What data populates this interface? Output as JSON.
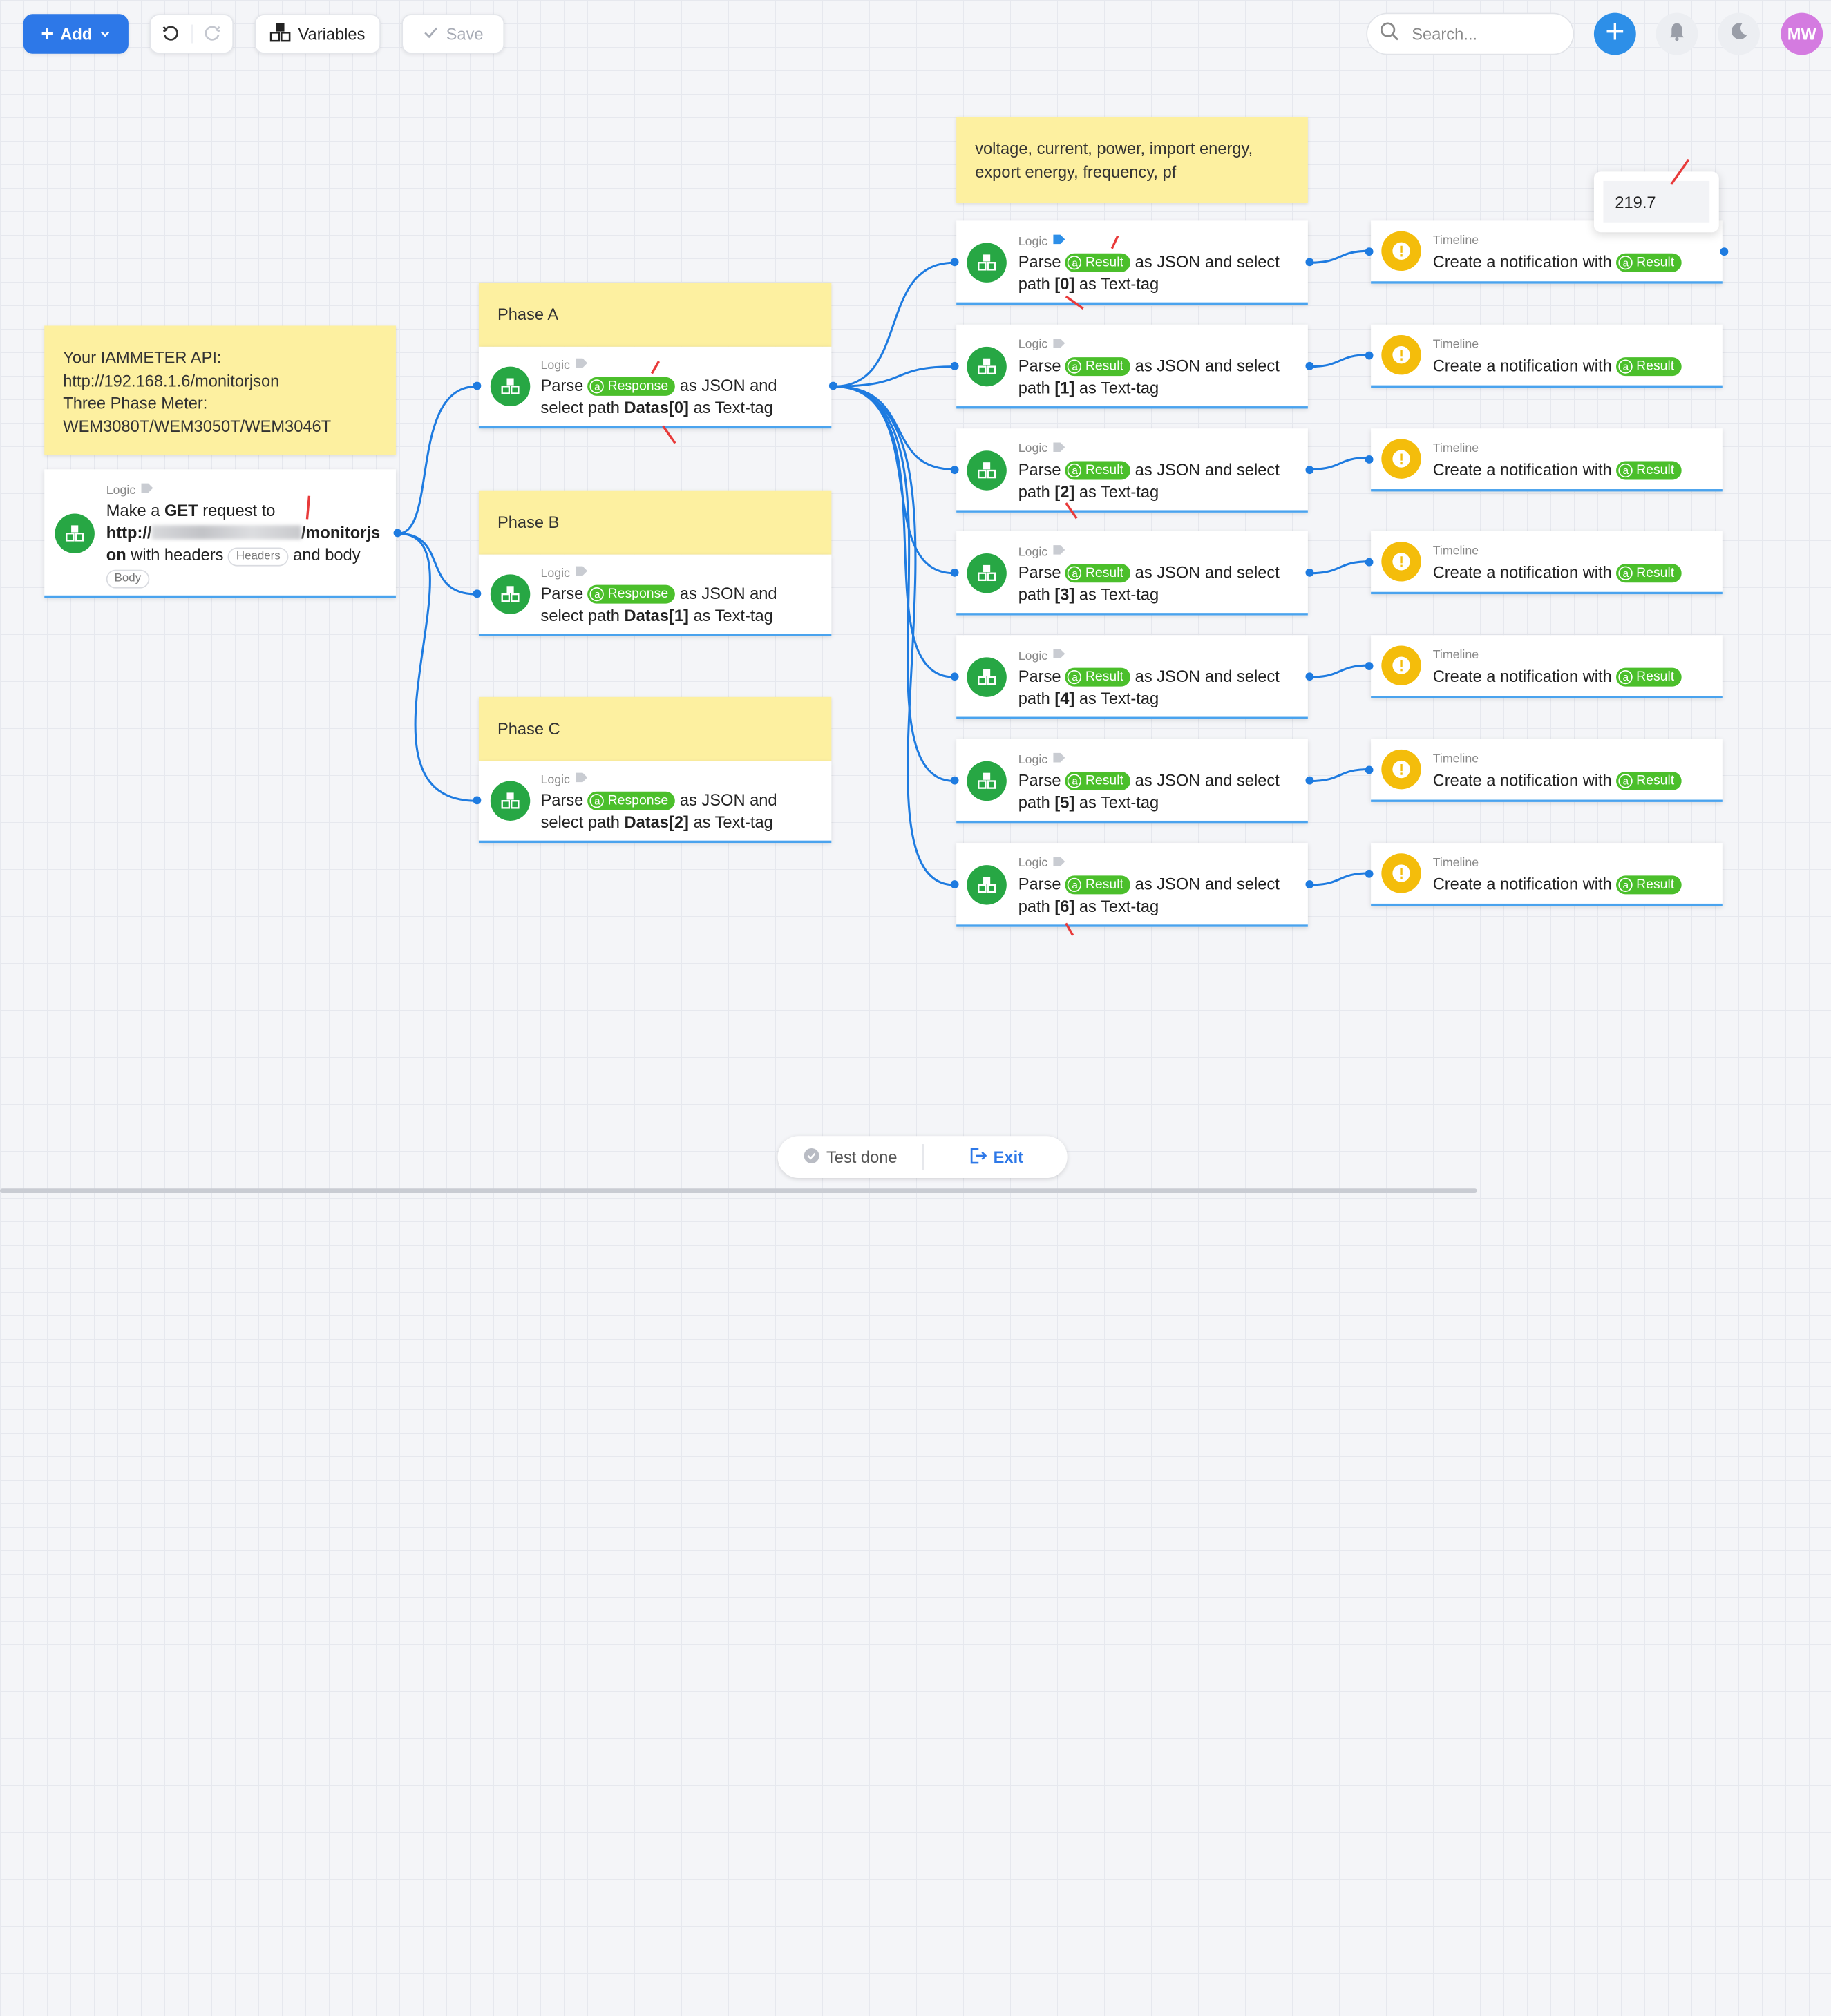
{
  "toolbar": {
    "add_label": "Add",
    "variables_label": "Variables",
    "save_label": "Save"
  },
  "search": {
    "placeholder": "Search..."
  },
  "user": {
    "initials": "MW"
  },
  "notes": {
    "api": [
      "Your IAMMETER API:",
      "http://192.168.1.6/monitorjson",
      "Three Phase Meter:",
      "WEM3080T/WEM3050T/WEM3046T"
    ],
    "fields": "voltage, current, power, import energy, export energy, frequency, pf",
    "phase_a": "Phase A",
    "phase_b": "Phase B",
    "phase_c": "Phase C"
  },
  "request_card": {
    "type": "Logic",
    "t1": "Make a ",
    "method": "GET",
    "t2": " request to",
    "url_start": "http://",
    "url_end": "/monitorjs",
    "url_tail": "on",
    "t3": " with headers ",
    "headers_chip": "Headers",
    "t4": " and body",
    "body_chip": "Body"
  },
  "phase_cards": [
    {
      "type": "Logic",
      "t1": "Parse ",
      "var": "Response",
      "t2": " as JSON and",
      "t3": "select path ",
      "path": "Datas[0]",
      "t4": " as Text-tag"
    },
    {
      "type": "Logic",
      "t1": "Parse ",
      "var": "Response",
      "t2": " as JSON and",
      "t3": "select path ",
      "path": "Datas[1]",
      "t4": " as Text-tag"
    },
    {
      "type": "Logic",
      "t1": "Parse ",
      "var": "Response",
      "t2": " as JSON and",
      "t3": "select path ",
      "path": "Datas[2]",
      "t4": " as Text-tag"
    }
  ],
  "result_cards": [
    {
      "type": "Logic",
      "t1": "Parse ",
      "var": "Result",
      "t2": " as JSON and select",
      "t3": "path ",
      "path": "[0]",
      "t4": " as Text-tag"
    },
    {
      "type": "Logic",
      "t1": "Parse ",
      "var": "Result",
      "t2": " as JSON and select",
      "t3": "path ",
      "path": "[1]",
      "t4": " as Text-tag"
    },
    {
      "type": "Logic",
      "t1": "Parse ",
      "var": "Result",
      "t2": " as JSON and select",
      "t3": "path ",
      "path": "[2]",
      "t4": " as Text-tag"
    },
    {
      "type": "Logic",
      "t1": "Parse ",
      "var": "Result",
      "t2": " as JSON and select",
      "t3": "path ",
      "path": "[3]",
      "t4": " as Text-tag"
    },
    {
      "type": "Logic",
      "t1": "Parse ",
      "var": "Result",
      "t2": " as JSON and select",
      "t3": "path ",
      "path": "[4]",
      "t4": " as Text-tag"
    },
    {
      "type": "Logic",
      "t1": "Parse ",
      "var": "Result",
      "t2": " as JSON and select",
      "t3": "path ",
      "path": "[5]",
      "t4": " as Text-tag"
    },
    {
      "type": "Logic",
      "t1": "Parse ",
      "var": "Result",
      "t2": " as JSON and select",
      "t3": "path ",
      "path": "[6]",
      "t4": " as Text-tag"
    }
  ],
  "timeline_cards": [
    {
      "type": "Timeline",
      "text": "Create a notification with ",
      "var": "Result"
    },
    {
      "type": "Timeline",
      "text": "Create a notification with ",
      "var": "Result"
    },
    {
      "type": "Timeline",
      "text": "Create a notification with ",
      "var": "Result"
    },
    {
      "type": "Timeline",
      "text": "Create a notification with ",
      "var": "Result"
    },
    {
      "type": "Timeline",
      "text": "Create a notification with ",
      "var": "Result"
    },
    {
      "type": "Timeline",
      "text": "Create a notification with ",
      "var": "Result"
    },
    {
      "type": "Timeline",
      "text": "Create a notification with ",
      "var": "Result"
    }
  ],
  "tooltip": {
    "value": "219.7"
  },
  "bottom_bar": {
    "test_done": "Test done",
    "exit": "Exit"
  },
  "colors": {
    "accent": "#2d78e8",
    "note": "#fdf0a0",
    "logic": "#27a744",
    "timeline": "#f4bd0b",
    "pill": "#4bbf2b",
    "wire": "#1e7be0"
  }
}
